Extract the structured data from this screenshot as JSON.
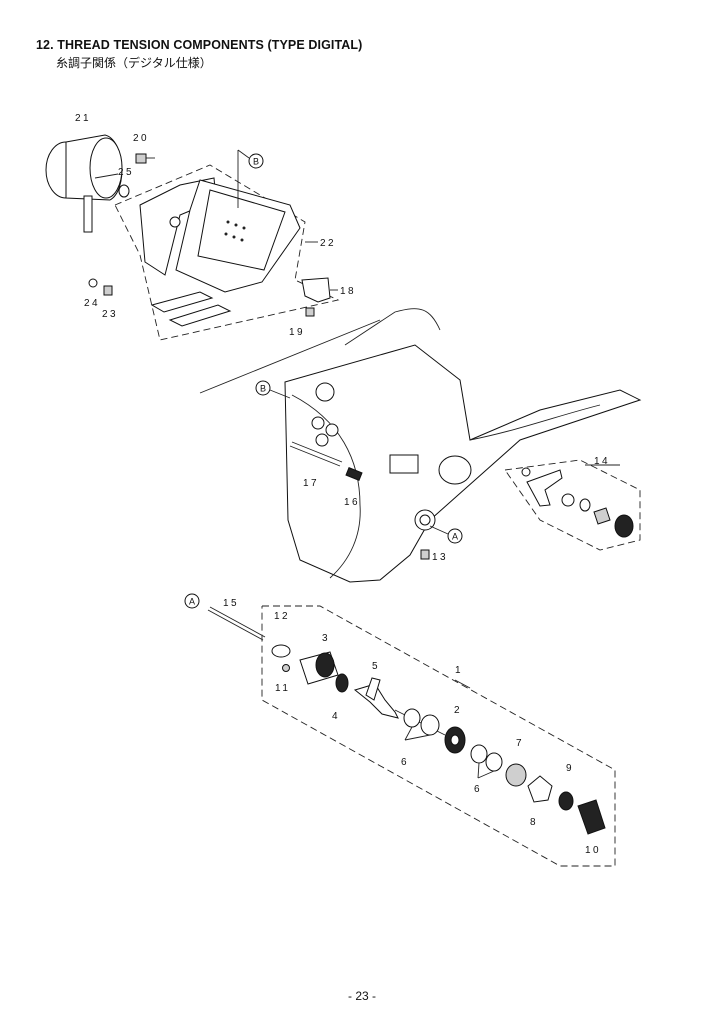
{
  "header": {
    "title": "12. THREAD TENSION COMPONENTS (TYPE DIGITAL)",
    "subtitle": "糸調子関係（デジタル仕様）"
  },
  "callouts": [
    "21",
    "20",
    "25",
    "22",
    "18",
    "19",
    "24",
    "23",
    "14",
    "17",
    "16",
    "13",
    "15",
    "12",
    "11",
    "3",
    "4",
    "5",
    "1",
    "2",
    "6",
    "6",
    "7",
    "9",
    "8",
    "10"
  ],
  "refs": [
    "B",
    "B",
    "A",
    "A"
  ],
  "footer": {
    "page": "- 23 -"
  }
}
